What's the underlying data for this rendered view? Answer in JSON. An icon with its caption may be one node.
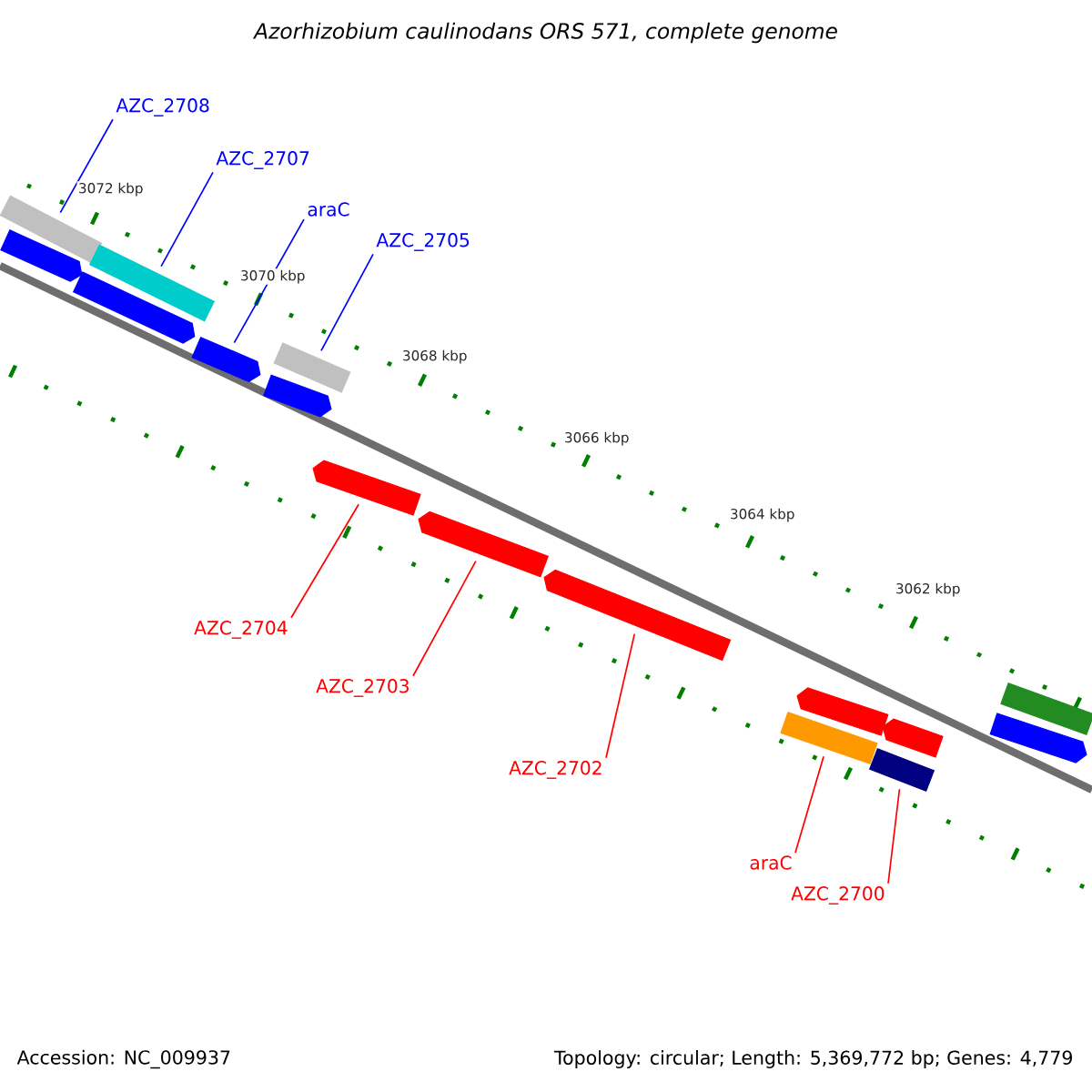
{
  "diagram": {
    "title": "Azorhizobium caulinodans ORS 571, complete genome",
    "nodes": [
      {
        "text": [
          "AZC_2708"
        ]
      },
      {
        "text": [
          "AZC_2707"
        ]
      },
      {
        "text": [
          "araC"
        ]
      },
      {
        "text": [
          "AZC_2705"
        ]
      },
      {
        "text": [
          "AZC_2704"
        ]
      },
      {
        "text": [
          "AZC_2703"
        ]
      },
      {
        "text": [
          "AZC_2702"
        ]
      },
      {
        "text": [
          "araC"
        ]
      },
      {
        "text": [
          "AZC_2700"
        ]
      },
      {
        "text": [],
        "shape": "box"
      },
      {
        "text": [],
        "shape": "box"
      },
      {
        "text": [],
        "shape": "box"
      },
      {
        "text": [],
        "shape": "pentagon"
      },
      {
        "text": [],
        "shape": "pentagon"
      },
      {
        "text": [],
        "shape": "pentagon"
      },
      {
        "text": [],
        "shape": "pentagon"
      },
      {
        "text": [],
        "shape": "pentagon"
      },
      {
        "text": [],
        "shape": "pentagon"
      },
      {
        "text": [],
        "shape": "pentagon"
      },
      {
        "text": [],
        "shape": "pentagon"
      },
      {
        "text": [],
        "shape": "pentagon"
      },
      {
        "text": [],
        "shape": "box"
      },
      {
        "text": [],
        "shape": "box"
      },
      {
        "text": [],
        "shape": "box"
      },
      {
        "text": [],
        "shape": "pentagon"
      }
    ],
    "edges": [
      {
        "from": 0,
        "to": 9,
        "arrow": "none",
        "color": "#0000ff"
      },
      {
        "from": 1,
        "to": 10,
        "arrow": "none",
        "color": "#0000ff"
      },
      {
        "from": 2,
        "to": 14,
        "arrow": "none",
        "color": "#0000ff"
      },
      {
        "from": 3,
        "to": 11,
        "arrow": "none",
        "color": "#0000ff"
      },
      {
        "from": 4,
        "to": 16,
        "arrow": "none"
      },
      {
        "from": 5,
        "to": 17,
        "arrow": "none"
      },
      {
        "from": 6,
        "to": 18,
        "arrow": "none"
      },
      {
        "from": 7,
        "to": 21,
        "arrow": "none"
      },
      {
        "from": 8,
        "to": 22,
        "arrow": "none"
      }
    ],
    "labels": [
      "3072 kbp",
      "3070 kbp",
      "3068 kbp",
      "3066 kbp",
      "3064 kbp",
      "3062 kbp",
      "Accession: NC_009937",
      "Topology: circular; Length: 5,369,772 bp; Genes: 4,779"
    ]
  }
}
